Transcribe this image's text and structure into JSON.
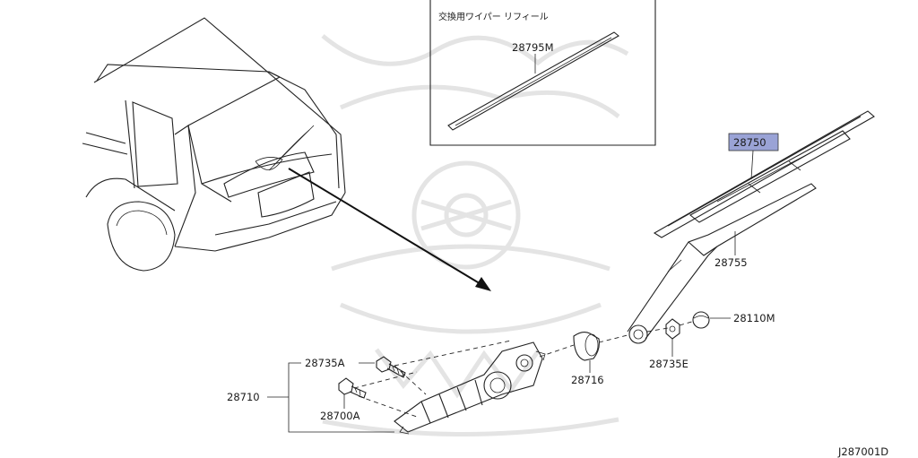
{
  "inset": {
    "title": "交換用ワイパー リフィール",
    "part": "28795M"
  },
  "parts": {
    "blade": "28750",
    "arm": "28755",
    "cap": "28110M",
    "nut": "28735E",
    "grommet": "28716",
    "bolt_a": "28735A",
    "motor_assy": "28710",
    "bolt_b": "28700A"
  },
  "highlight_color": "#9aa3d6",
  "diagram_code": "J287001D"
}
